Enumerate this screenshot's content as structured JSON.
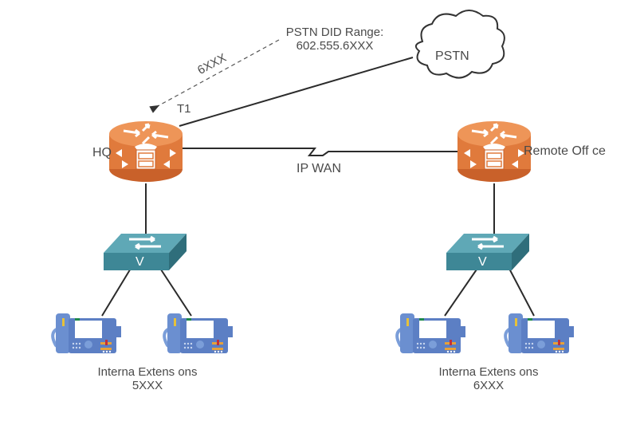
{
  "labels": {
    "did_line1": "PSTN DID Range:",
    "did_line2": "602.555.6XXX",
    "dialed_digits": "6XXX",
    "trunk": "T1",
    "pstn": "PSTN",
    "hq": "HQ",
    "remote": "Remote Off ce",
    "wan": "IP WAN",
    "hq_switch_letter": "V",
    "remote_switch_letter": "V",
    "hq_ext_line1": "Interna  Extens ons",
    "hq_ext_line2": "5XXX",
    "remote_ext_line1": "Interna  Extens ons",
    "remote_ext_line2": "6XXX"
  },
  "colors": {
    "router_orange": "#e07a3c",
    "router_top": "#ee9558",
    "switch_teal": "#3e8796",
    "switch_top": "#5fa8b6",
    "phone_blue": "#6b8fd0",
    "line": "#2b2b2b",
    "text": "#4a4a4a"
  }
}
